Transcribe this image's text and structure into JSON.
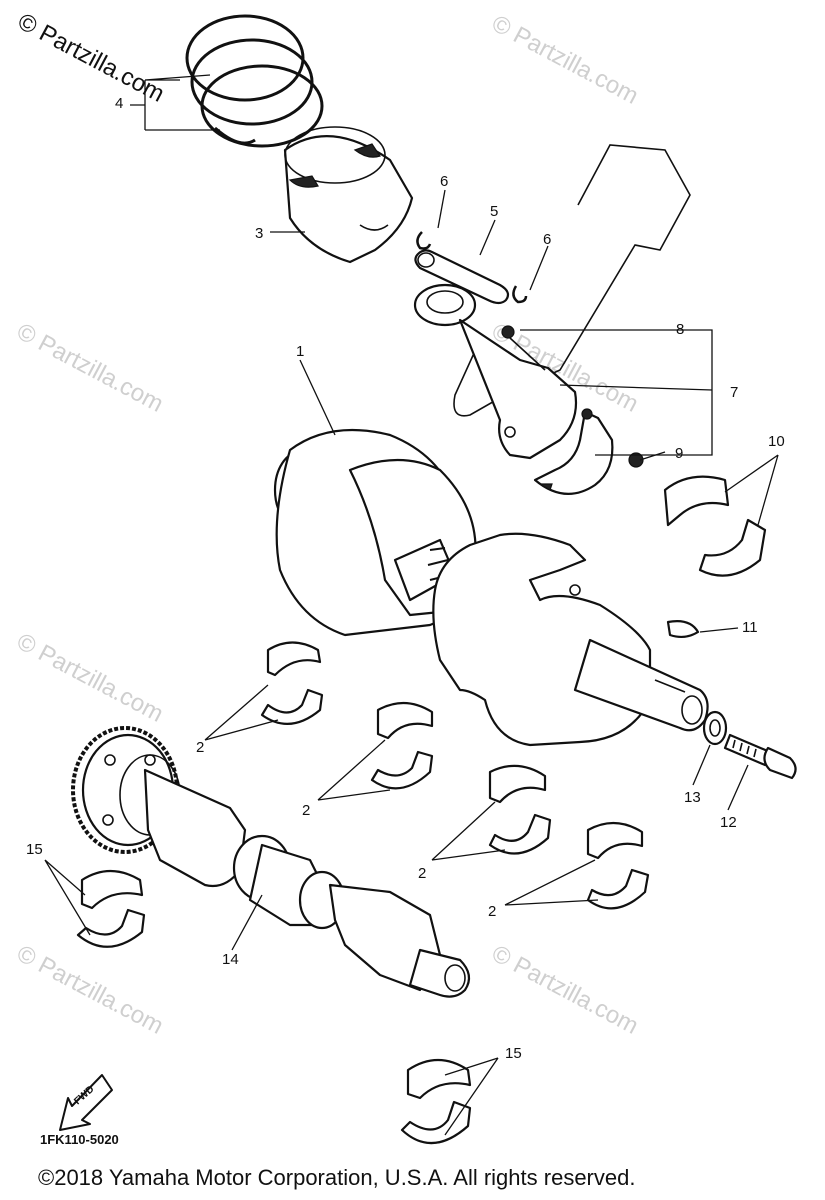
{
  "watermark": {
    "top_left": "© Partzilla.com",
    "repeat": "© Partzilla.com"
  },
  "callouts": {
    "c1": "1",
    "c2a": "2",
    "c2b": "2",
    "c2c": "2",
    "c2d": "2",
    "c3": "3",
    "c4": "4",
    "c5": "5",
    "c6a": "6",
    "c6b": "6",
    "c7": "7",
    "c8": "8",
    "c9": "9",
    "c10": "10",
    "c11": "11",
    "c12": "12",
    "c13": "13",
    "c14": "14",
    "c15a": "15",
    "c15b": "15"
  },
  "fwd_label": "FWD",
  "diagram_code": "1FK110-5020",
  "copyright": "©2018  Yamaha Motor Corporation, U.S.A. All rights reserved."
}
